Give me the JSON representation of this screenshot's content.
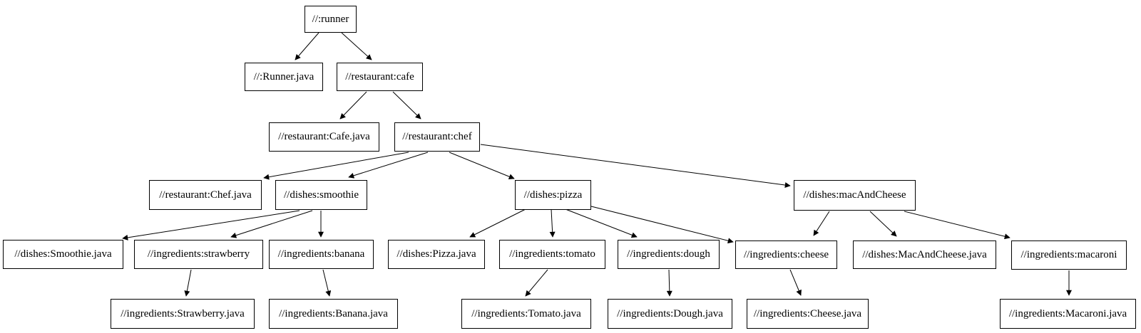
{
  "diagram": {
    "kind": "dependency-graph",
    "orientation": "top-down"
  },
  "colors": {
    "background": "#ffffff",
    "node_fill": "#ffffff",
    "node_border": "#000000",
    "text": "#000000",
    "edge": "#000000"
  },
  "graph": {
    "nodes": [
      {
        "id": "runner",
        "label": "//:runner"
      },
      {
        "id": "runner_java",
        "label": "//:Runner.java"
      },
      {
        "id": "cafe",
        "label": "//restaurant:cafe"
      },
      {
        "id": "cafe_java",
        "label": "//restaurant:Cafe.java"
      },
      {
        "id": "chef",
        "label": "//restaurant:chef"
      },
      {
        "id": "chef_java",
        "label": "//restaurant:Chef.java"
      },
      {
        "id": "smoothie",
        "label": "//dishes:smoothie"
      },
      {
        "id": "pizza",
        "label": "//dishes:pizza"
      },
      {
        "id": "mac_and_cheese",
        "label": "//dishes:macAndCheese"
      },
      {
        "id": "smoothie_java",
        "label": "//dishes:Smoothie.java"
      },
      {
        "id": "strawberry",
        "label": "//ingredients:strawberry"
      },
      {
        "id": "banana",
        "label": "//ingredients:banana"
      },
      {
        "id": "pizza_java",
        "label": "//dishes:Pizza.java"
      },
      {
        "id": "tomato",
        "label": "//ingredients:tomato"
      },
      {
        "id": "dough",
        "label": "//ingredients:dough"
      },
      {
        "id": "cheese",
        "label": "//ingredients:cheese"
      },
      {
        "id": "mac_and_cheese_java",
        "label": "//dishes:MacAndCheese.java"
      },
      {
        "id": "macaroni",
        "label": "//ingredients:macaroni"
      },
      {
        "id": "strawberry_java",
        "label": "//ingredients:Strawberry.java"
      },
      {
        "id": "banana_java",
        "label": "//ingredients:Banana.java"
      },
      {
        "id": "tomato_java",
        "label": "//ingredients:Tomato.java"
      },
      {
        "id": "dough_java",
        "label": "//ingredients:Dough.java"
      },
      {
        "id": "cheese_java",
        "label": "//ingredients:Cheese.java"
      },
      {
        "id": "macaroni_java",
        "label": "//ingredients:Macaroni.java"
      }
    ],
    "edges": [
      {
        "from": "runner",
        "to": "runner_java"
      },
      {
        "from": "runner",
        "to": "cafe"
      },
      {
        "from": "cafe",
        "to": "cafe_java"
      },
      {
        "from": "cafe",
        "to": "chef"
      },
      {
        "from": "chef",
        "to": "chef_java"
      },
      {
        "from": "chef",
        "to": "smoothie"
      },
      {
        "from": "chef",
        "to": "pizza"
      },
      {
        "from": "chef",
        "to": "mac_and_cheese"
      },
      {
        "from": "smoothie",
        "to": "smoothie_java"
      },
      {
        "from": "smoothie",
        "to": "strawberry"
      },
      {
        "from": "smoothie",
        "to": "banana"
      },
      {
        "from": "strawberry",
        "to": "strawberry_java"
      },
      {
        "from": "banana",
        "to": "banana_java"
      },
      {
        "from": "pizza",
        "to": "pizza_java"
      },
      {
        "from": "pizza",
        "to": "tomato"
      },
      {
        "from": "pizza",
        "to": "dough"
      },
      {
        "from": "pizza",
        "to": "cheese"
      },
      {
        "from": "tomato",
        "to": "tomato_java"
      },
      {
        "from": "dough",
        "to": "dough_java"
      },
      {
        "from": "cheese",
        "to": "cheese_java"
      },
      {
        "from": "mac_and_cheese",
        "to": "cheese"
      },
      {
        "from": "mac_and_cheese",
        "to": "mac_and_cheese_java"
      },
      {
        "from": "mac_and_cheese",
        "to": "macaroni"
      },
      {
        "from": "macaroni",
        "to": "macaroni_java"
      }
    ]
  }
}
